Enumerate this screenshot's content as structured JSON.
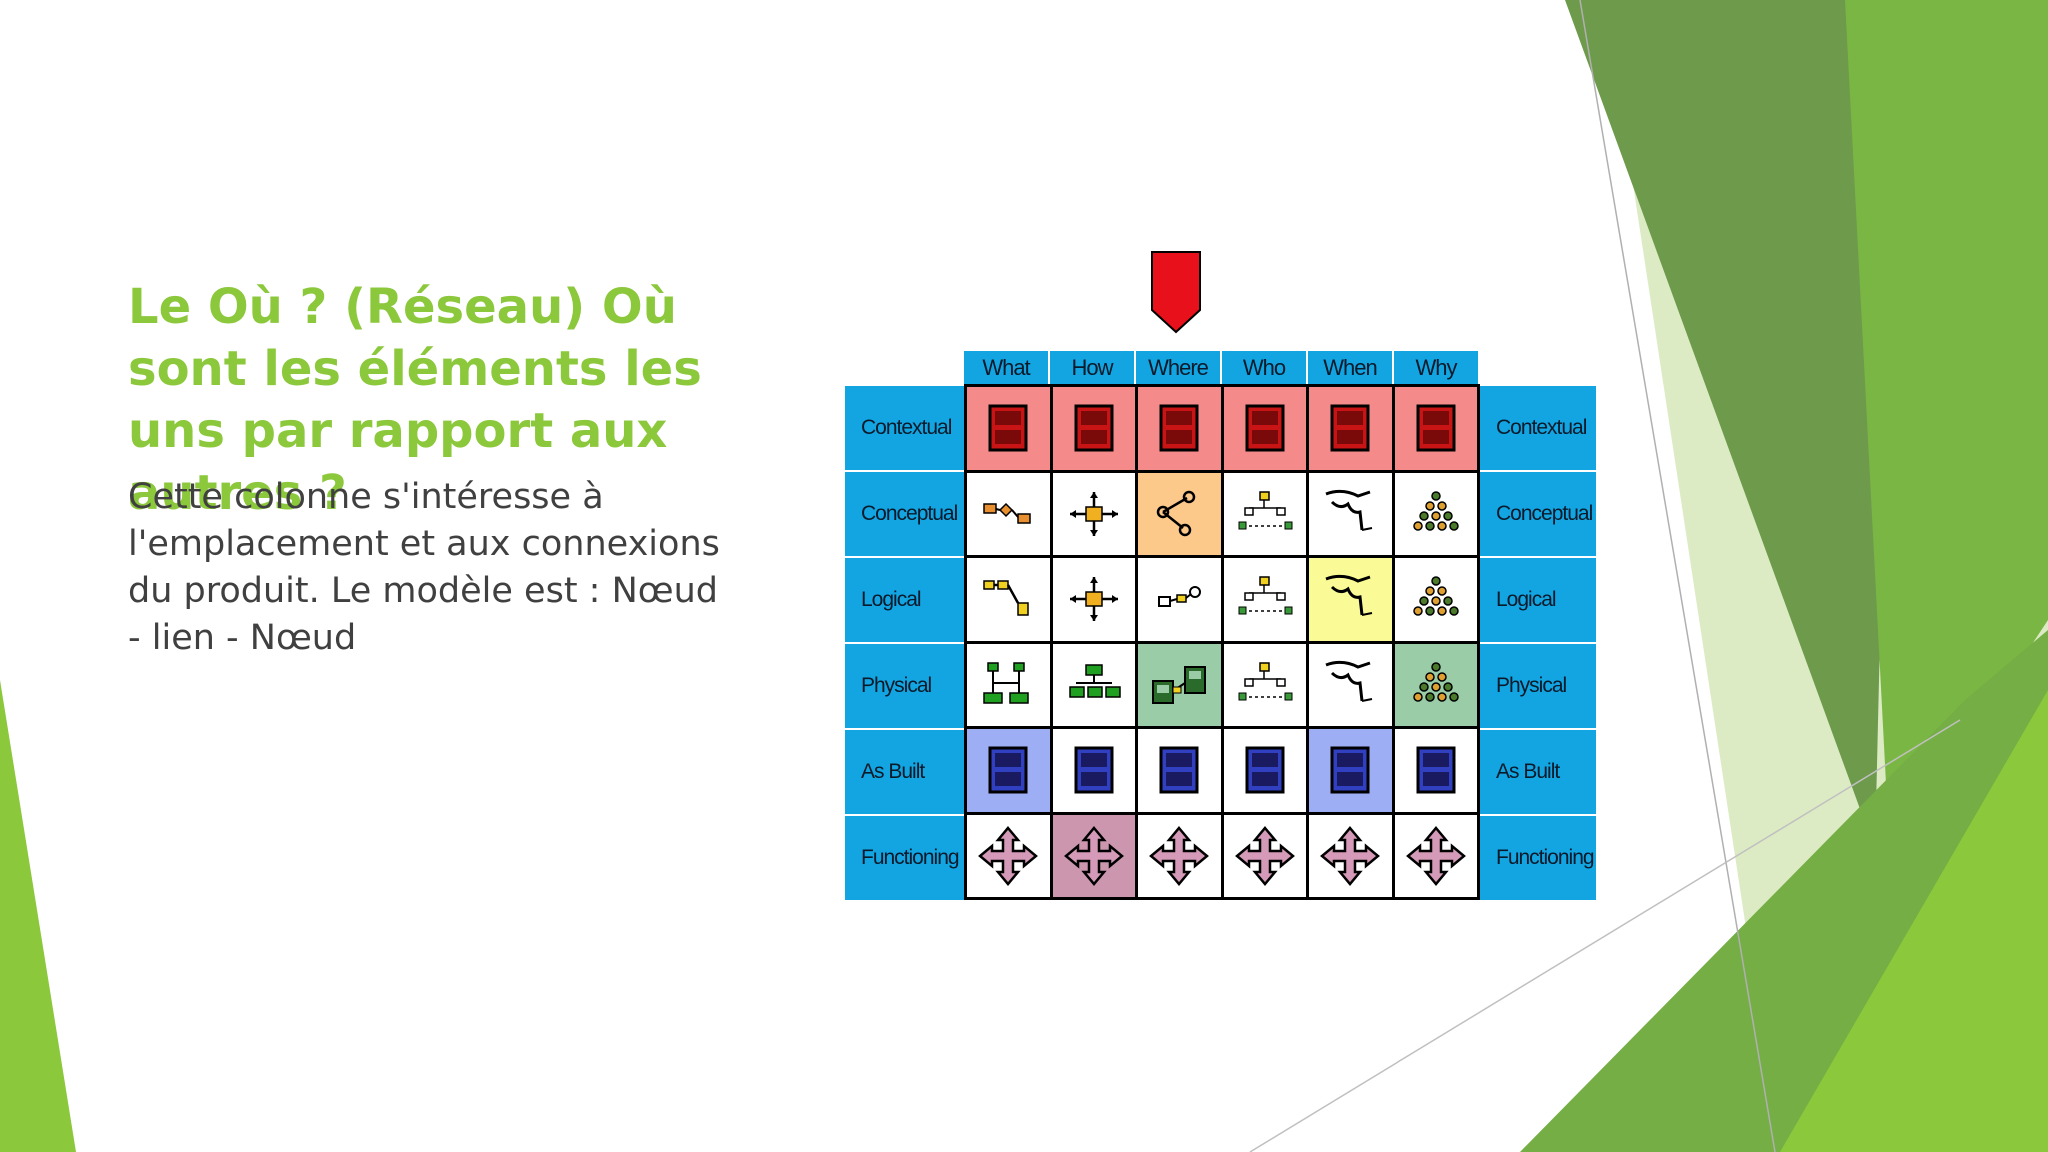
{
  "slide": {
    "title": "Le Où ? (Réseau) Où sont les éléments les uns par rapport aux autres ?",
    "body": "Cette colonne s'intéresse à l'emplacement et aux connexions du produit. Le modèle est : Nœud - lien - Nœud"
  },
  "colors": {
    "accent_green": "#8cc83c",
    "header_blue": "#12a5e2",
    "arrow_red": "#e8101a"
  },
  "matrix": {
    "columns": [
      "What",
      "How",
      "Where",
      "Who",
      "When",
      "Why"
    ],
    "rows_left": [
      "Contextual",
      "Conceptual",
      "Logical",
      "Physical",
      "As Built",
      "Functioning"
    ],
    "rows_right": [
      "Contextual",
      "Conceptual",
      "Logical",
      "Physical",
      "As Built",
      "Functioning"
    ],
    "highlighted_column": "Where",
    "cells": [
      [
        {
          "icon": "book-icon",
          "bg": "#f58a8a"
        },
        {
          "icon": "book-icon",
          "bg": "#f58a8a"
        },
        {
          "icon": "book-icon",
          "bg": "#f58a8a"
        },
        {
          "icon": "book-icon",
          "bg": "#f58a8a"
        },
        {
          "icon": "book-icon",
          "bg": "#f58a8a"
        },
        {
          "icon": "book-icon",
          "bg": "#f58a8a"
        }
      ],
      [
        {
          "icon": "entity-link-icon",
          "bg": "#ffffff"
        },
        {
          "icon": "process-arrows-icon",
          "bg": "#ffffff"
        },
        {
          "icon": "node-network-icon",
          "bg": "#fcc98a"
        },
        {
          "icon": "org-chart-icon",
          "bg": "#ffffff"
        },
        {
          "icon": "timeline-icon",
          "bg": "#ffffff"
        },
        {
          "icon": "goal-pyramid-icon",
          "bg": "#ffffff"
        }
      ],
      [
        {
          "icon": "data-model-icon",
          "bg": "#ffffff"
        },
        {
          "icon": "process-arrows-icon",
          "bg": "#ffffff"
        },
        {
          "icon": "node-link-icon",
          "bg": "#ffffff"
        },
        {
          "icon": "org-chart-icon",
          "bg": "#ffffff"
        },
        {
          "icon": "timeline-icon",
          "bg": "#fafa96"
        },
        {
          "icon": "goal-pyramid-icon",
          "bg": "#ffffff"
        }
      ],
      [
        {
          "icon": "physical-data-icon",
          "bg": "#ffffff"
        },
        {
          "icon": "hierarchy-icon",
          "bg": "#ffffff"
        },
        {
          "icon": "computer-network-icon",
          "bg": "#9acca8"
        },
        {
          "icon": "org-chart-icon",
          "bg": "#ffffff"
        },
        {
          "icon": "timeline-icon",
          "bg": "#ffffff"
        },
        {
          "icon": "goal-pyramid-icon",
          "bg": "#9acca8"
        }
      ],
      [
        {
          "icon": "system-icon",
          "bg": "#9eaef5"
        },
        {
          "icon": "system-icon",
          "bg": "#ffffff"
        },
        {
          "icon": "system-icon",
          "bg": "#ffffff"
        },
        {
          "icon": "system-icon",
          "bg": "#ffffff"
        },
        {
          "icon": "system-icon",
          "bg": "#9eaef5"
        },
        {
          "icon": "system-icon",
          "bg": "#ffffff"
        }
      ],
      [
        {
          "icon": "four-way-arrow-icon",
          "bg": "#ffffff"
        },
        {
          "icon": "four-way-arrow-icon",
          "bg": "#cc96ae"
        },
        {
          "icon": "four-way-arrow-icon",
          "bg": "#ffffff"
        },
        {
          "icon": "four-way-arrow-icon",
          "bg": "#ffffff"
        },
        {
          "icon": "four-way-arrow-icon",
          "bg": "#ffffff"
        },
        {
          "icon": "four-way-arrow-icon",
          "bg": "#ffffff"
        }
      ]
    ]
  }
}
